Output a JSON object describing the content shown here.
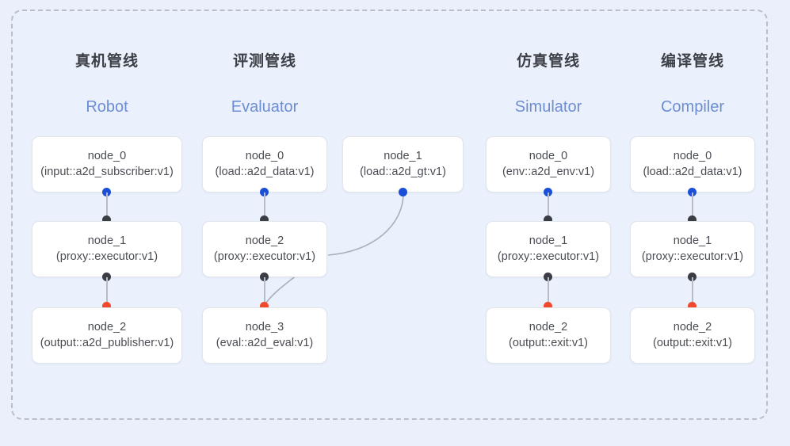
{
  "diagram": {
    "background_color": "#eaeffb",
    "panel_border_color": "#b9bfca",
    "port_colors": {
      "input": "#1b4fd8",
      "middle": "#3a3d44",
      "output": "#f0492e"
    },
    "columns": [
      {
        "id": "robot",
        "title_cn": "真机管线",
        "title_en": "Robot",
        "nodes": [
          {
            "name": "node_0",
            "spec": "(input::a2d_subscriber:v1)",
            "port_top": null,
            "port_bottom": "input"
          },
          {
            "name": "node_1",
            "spec": "(proxy::executor:v1)",
            "port_top": "middle",
            "port_bottom": "middle"
          },
          {
            "name": "node_2",
            "spec": "(output::a2d_publisher:v1)",
            "port_top": "output",
            "port_bottom": null
          }
        ]
      },
      {
        "id": "evaluator",
        "title_cn": "评测管线",
        "title_en": "Evaluator",
        "nodes": [
          {
            "name": "node_0",
            "spec": "(load::a2d_data:v1)",
            "port_top": null,
            "port_bottom": "input"
          },
          {
            "name": "node_2",
            "spec": "(proxy::executor:v1)",
            "port_top": "middle",
            "port_bottom": "middle"
          },
          {
            "name": "node_3",
            "spec": "(eval::a2d_eval:v1)",
            "port_top": "output",
            "port_bottom": null
          }
        ],
        "side_nodes": [
          {
            "name": "node_1",
            "spec": "(load::a2d_gt:v1)",
            "port_bottom": "input"
          }
        ]
      },
      {
        "id": "simulator",
        "title_cn": "仿真管线",
        "title_en": "Simulator",
        "nodes": [
          {
            "name": "node_0",
            "spec": "(env::a2d_env:v1)",
            "port_top": null,
            "port_bottom": "input"
          },
          {
            "name": "node_1",
            "spec": "(proxy::executor:v1)",
            "port_top": "middle",
            "port_bottom": "middle"
          },
          {
            "name": "node_2",
            "spec": "(output::exit:v1)",
            "port_top": "output",
            "port_bottom": null
          }
        ]
      },
      {
        "id": "compiler",
        "title_cn": "编译管线",
        "title_en": "Compiler",
        "nodes": [
          {
            "name": "node_0",
            "spec": "(load::a2d_data:v1)",
            "port_top": null,
            "port_bottom": "input"
          },
          {
            "name": "node_1",
            "spec": "(proxy::executor:v1)",
            "port_top": "middle",
            "port_bottom": "middle"
          },
          {
            "name": "node_2",
            "spec": "(output::exit:v1)",
            "port_top": "output",
            "port_bottom": null
          }
        ]
      }
    ]
  }
}
